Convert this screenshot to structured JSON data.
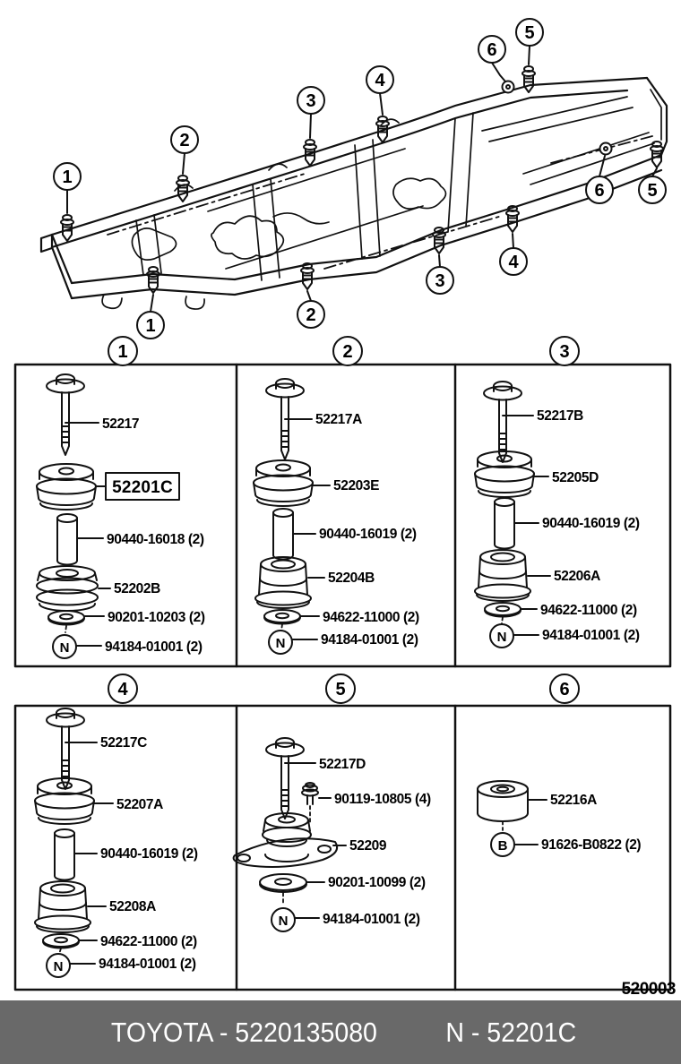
{
  "page": {
    "code": "520003",
    "footer_left": "TOYOTA - 5220135080",
    "footer_right": "N - 52201C"
  },
  "colors": {
    "highlight_bg": "#F6918B",
    "highlight_text": "#E23A2C",
    "footer_bg": "#696969",
    "footer_text": "#FFFFFF",
    "line": "#111111"
  },
  "chassis": {
    "callouts_top": [
      "1",
      "2",
      "3",
      "4",
      "5",
      "6"
    ],
    "callouts_bottom": [
      "1",
      "2",
      "3",
      "4",
      "6",
      "5"
    ]
  },
  "panels": [
    {
      "number": "1",
      "labels": {
        "bolt": "52217",
        "cushion_upper": "52201C",
        "spacer": "90440-16018 (2)",
        "cushion_lower": "52202B",
        "washer": "90201-10203 (2)",
        "nut": "94184-01001 (2)",
        "nut_badge": "N"
      }
    },
    {
      "number": "2",
      "labels": {
        "bolt": "52217A",
        "cushion_upper": "52203E",
        "spacer": "90440-16019 (2)",
        "cushion_lower": "52204B",
        "washer": "94622-11000 (2)",
        "nut": "94184-01001 (2)",
        "nut_badge": "N"
      }
    },
    {
      "number": "3",
      "labels": {
        "bolt": "52217B",
        "cushion_upper": "52205D",
        "spacer": "90440-16019 (2)",
        "cushion_lower": "52206A",
        "washer": "94622-11000 (2)",
        "nut": "94184-01001 (2)",
        "nut_badge": "N"
      }
    },
    {
      "number": "4",
      "labels": {
        "bolt": "52217C",
        "cushion_upper": "52207A",
        "spacer": "90440-16019 (2)",
        "cushion_lower": "52208A",
        "washer": "94622-11000 (2)",
        "nut": "94184-01001 (2)",
        "nut_badge": "N"
      }
    },
    {
      "number": "5",
      "labels": {
        "bolt": "52217D",
        "sub_bolt": "90119-10805 (4)",
        "mount": "52209",
        "washer": "90201-10099 (2)",
        "nut": "94184-01001 (2)",
        "nut_badge": "N"
      }
    },
    {
      "number": "6",
      "labels": {
        "cushion": "52216A",
        "bolt_ref": "91626-B0822 (2)",
        "badge": "B"
      }
    }
  ]
}
